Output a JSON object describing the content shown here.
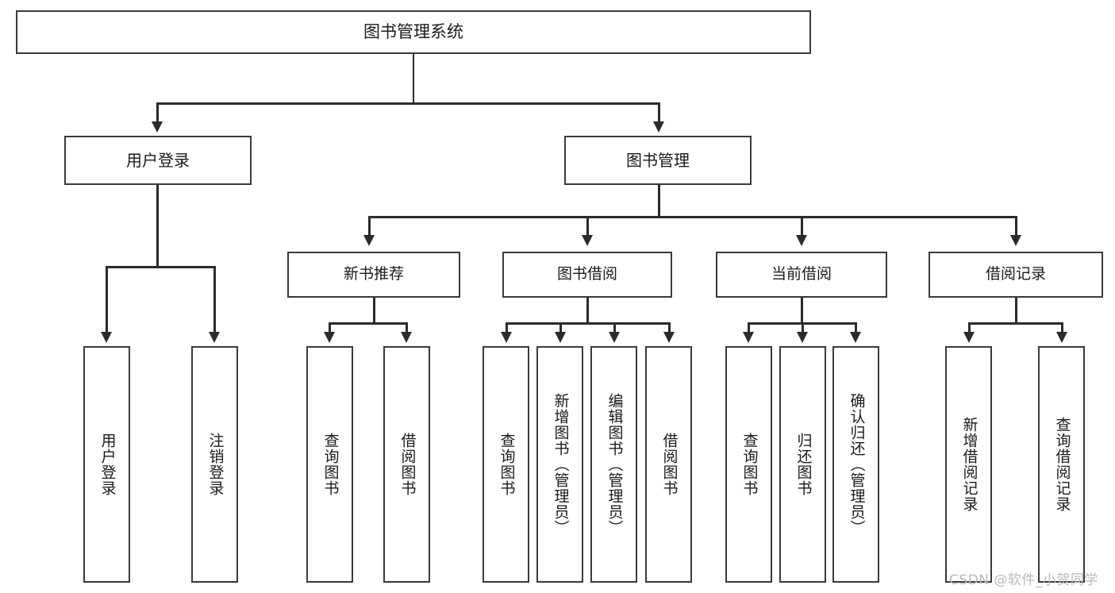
{
  "diagram": {
    "type": "tree-hierarchy",
    "title": "图书管理系统",
    "watermark": "CSDN @软件_小贺同学",
    "root": {
      "label": "图书管理系统"
    },
    "level1": [
      {
        "label": "用户登录"
      },
      {
        "label": "图书管理"
      }
    ],
    "level2": [
      {
        "label": "新书推荐"
      },
      {
        "label": "图书借阅"
      },
      {
        "label": "当前借阅"
      },
      {
        "label": "借阅记录"
      }
    ],
    "leaves": {
      "user_login": [
        {
          "label": "用户登录"
        },
        {
          "label": "注销登录"
        }
      ],
      "new_book": [
        {
          "label": "查询图书"
        },
        {
          "label": "借阅图书"
        }
      ],
      "book_borrow": [
        {
          "label": "查询图书"
        },
        {
          "label": "新增图书（管理员）"
        },
        {
          "label": "编辑图书（管理员）"
        },
        {
          "label": "借阅图书"
        }
      ],
      "current_borrow": [
        {
          "label": "查询图书"
        },
        {
          "label": "归还图书"
        },
        {
          "label": "确认归还（管理员）"
        }
      ],
      "borrow_record": [
        {
          "label": "新增借阅记录"
        },
        {
          "label": "查询借阅记录"
        }
      ]
    },
    "colors": {
      "box_border": "#3a3a3a",
      "line": "#2b2b2b",
      "background": "#ffffff",
      "text": "#1a1a1a",
      "watermark": "#b9b9b9"
    }
  }
}
